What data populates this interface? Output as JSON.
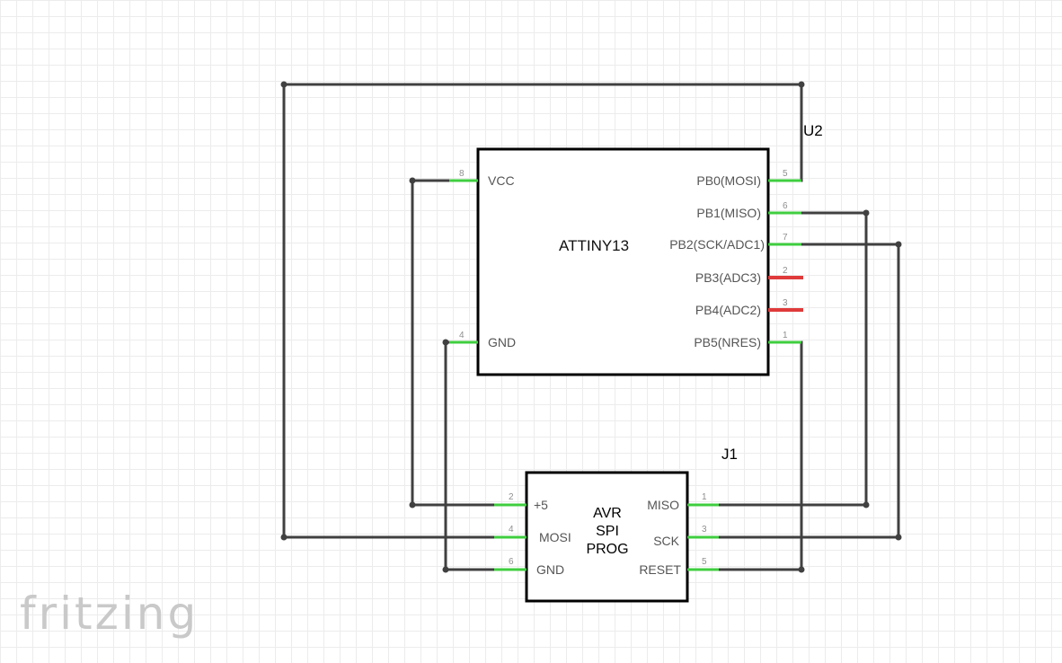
{
  "app": {
    "logo_text": "fritzing"
  },
  "parts": {
    "u2": {
      "ref": "U2",
      "title": "ATTINY13",
      "pins": [
        {
          "num": "8",
          "label": "VCC"
        },
        {
          "num": "4",
          "label": "GND"
        },
        {
          "num": "5",
          "label": "PB0(MOSI)"
        },
        {
          "num": "6",
          "label": "PB1(MISO)"
        },
        {
          "num": "7",
          "label": "PB2(SCK/ADC1)"
        },
        {
          "num": "2",
          "label": "PB3(ADC3)"
        },
        {
          "num": "3",
          "label": "PB4(ADC2)"
        },
        {
          "num": "1",
          "label": "PB5(NRES)"
        }
      ]
    },
    "j1": {
      "ref": "J1",
      "title_lines": [
        "AVR",
        "SPI",
        "PROG"
      ],
      "pins": [
        {
          "num": "2",
          "label": "+5"
        },
        {
          "num": "4",
          "label": "MOSI"
        },
        {
          "num": "6",
          "label": "GND"
        },
        {
          "num": "1",
          "label": "MISO"
        },
        {
          "num": "3",
          "label": "SCK"
        },
        {
          "num": "5",
          "label": "RESET"
        }
      ]
    }
  },
  "colors": {
    "pin_connected": "#3fce3f",
    "pin_unconnected": "#e03a3a",
    "wire": "#404040",
    "grid": "#ececec"
  }
}
